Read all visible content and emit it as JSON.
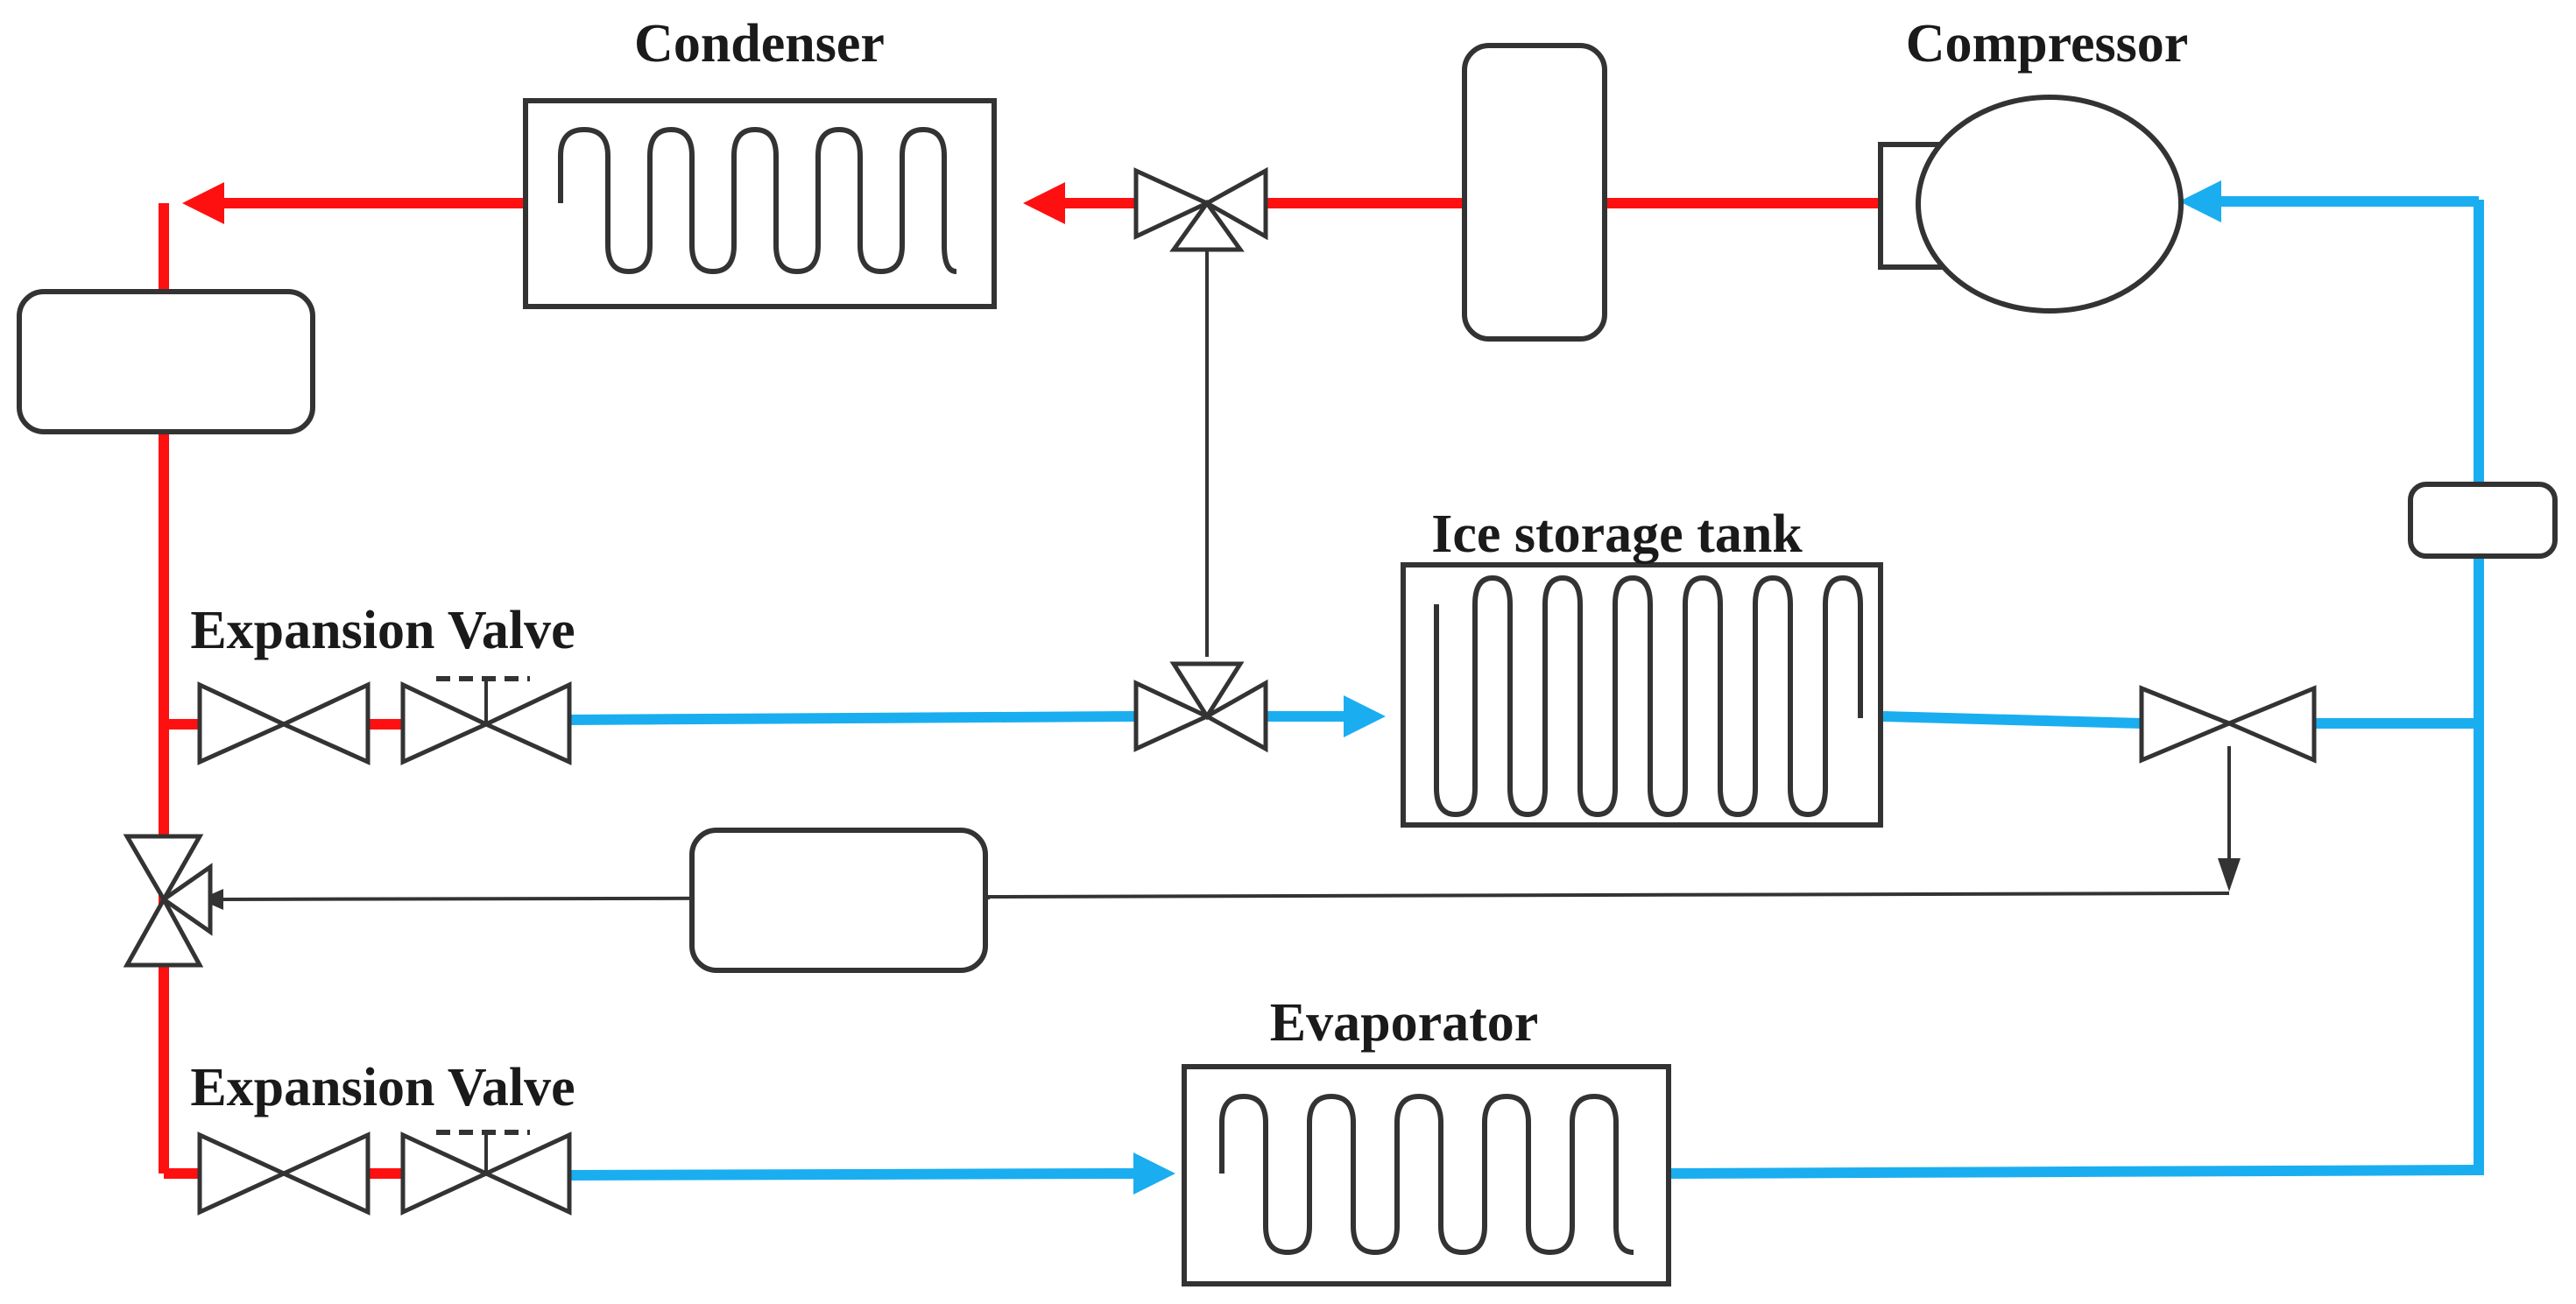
{
  "labels": {
    "condenser": "Condenser",
    "compressor": "Compressor",
    "ice_storage_tank": "Ice storage tank",
    "expansion_valve_upper": "Expansion Valve",
    "expansion_valve_lower": "Expansion Valve",
    "evaporator": "Evaporator"
  },
  "colors": {
    "hot_line": "#ff1010",
    "cold_line": "#1aaef0",
    "outline": "#333333"
  }
}
